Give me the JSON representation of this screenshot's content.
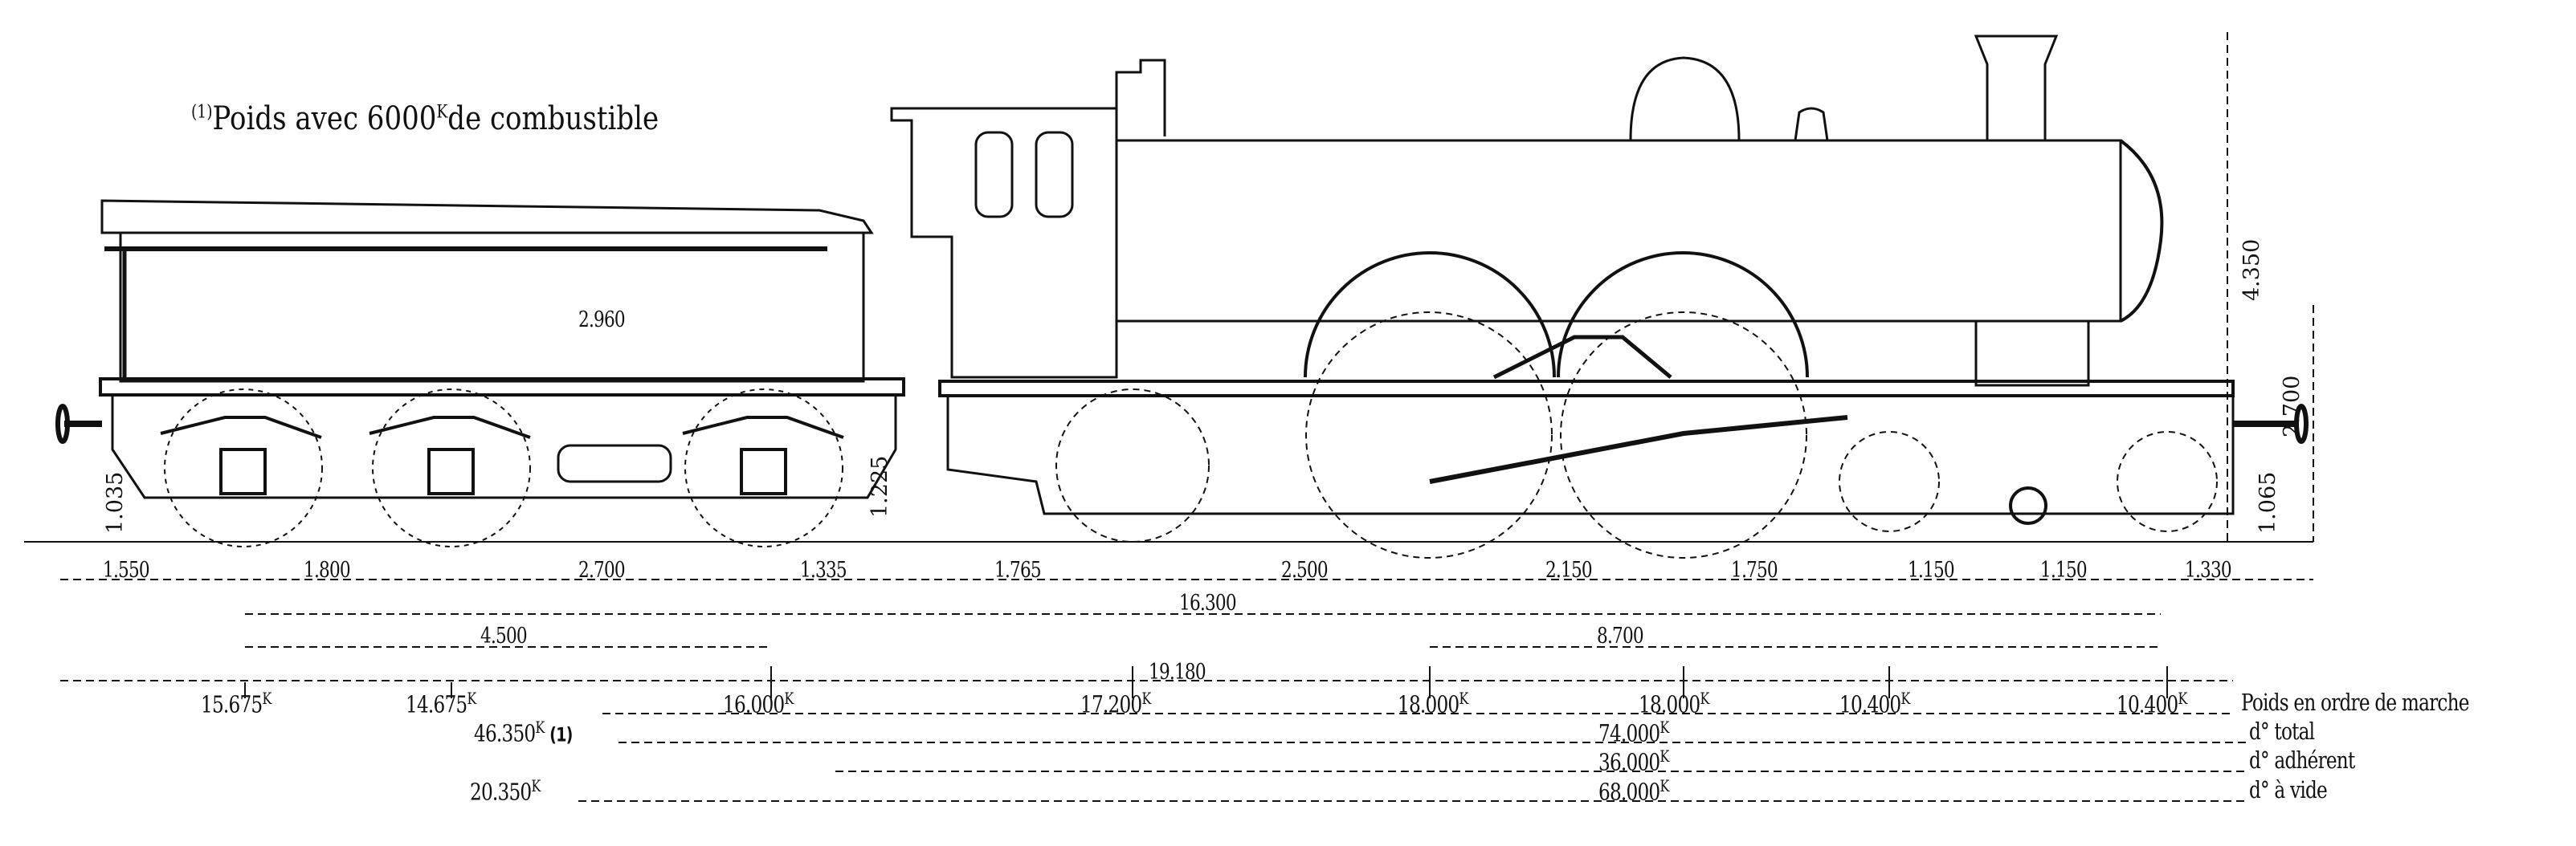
{
  "note": {
    "marker": "(1)",
    "text": "Poids avec 6000",
    "unit": "K",
    "suffix": "de combustible"
  },
  "dimensions": {
    "spacing": [
      "1.550",
      "1.800",
      "2.700",
      "1.335",
      "1.765",
      "2.500",
      "2.150",
      "1.750",
      "1.150",
      "1.150",
      "1.330"
    ],
    "tender_wheelbase": "4.500",
    "engine_wheelbase": "8.700",
    "total_wheelbase": "16.300",
    "overall_length": "19.180",
    "tender_height": "2.960",
    "tender_buffer_height": "1.035",
    "tender_rear_height": "1.225",
    "chimney_height": "4.350",
    "boiler_axis_height": "2.700",
    "engine_buffer_height": "1.065"
  },
  "weights": {
    "unit": "K",
    "axles": [
      "15.675",
      "14.675",
      "16.000",
      "17.200",
      "18.000",
      "18.000",
      "10.400",
      "10.400"
    ],
    "tender_total": "46.350",
    "tender_total_note": "(1)",
    "tender_empty": "20.350",
    "engine_total": "74.000",
    "engine_adherent": "36.000",
    "engine_empty": "68.000",
    "labels": {
      "running": "Poids en ordre de marche",
      "total": "d° total",
      "adherent": "d° adhérent",
      "empty": "d° à vide"
    }
  }
}
